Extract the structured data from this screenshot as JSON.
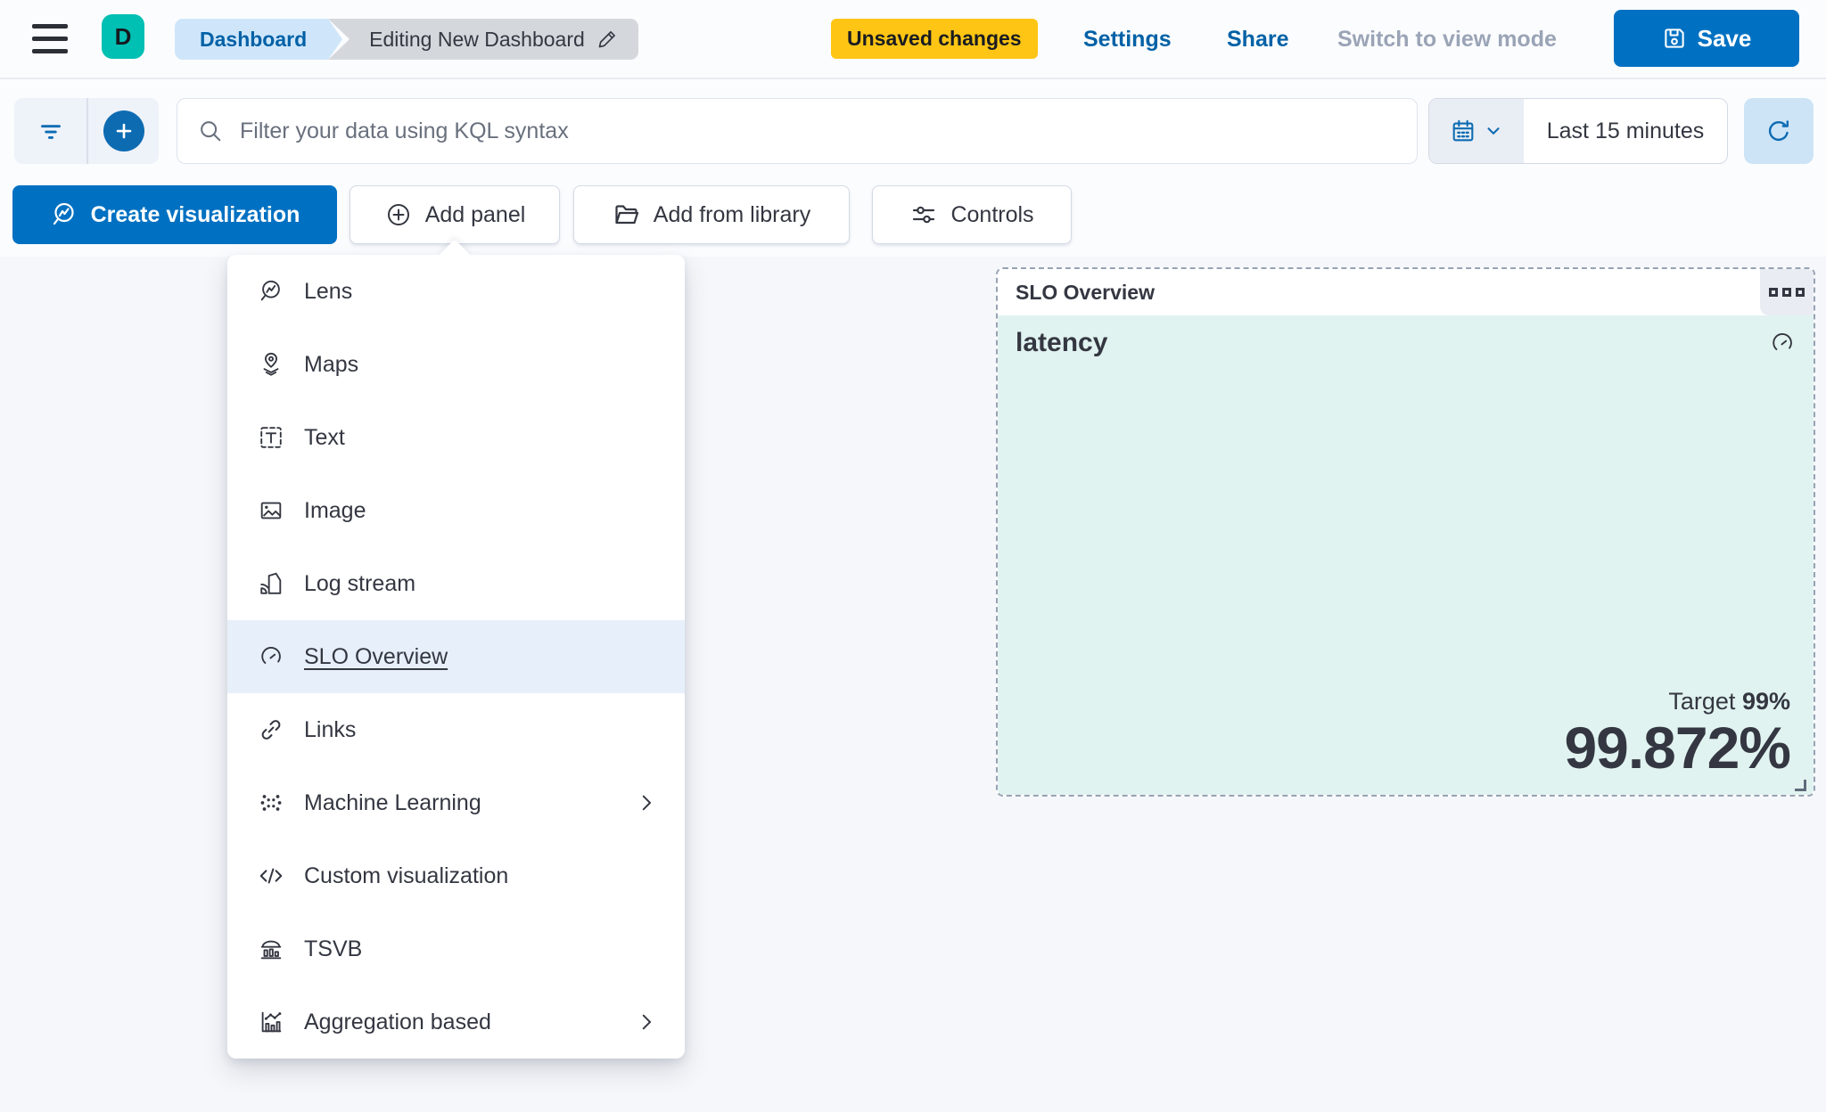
{
  "colors": {
    "primary_blue": "#0071c2",
    "link_blue": "#0061a6",
    "warning_yellow": "#fec514",
    "avatar_teal": "#00bfb3",
    "panel_body_teal": "#e1f3f0",
    "menu_highlight": "#e7f0fa",
    "dashed_border": "#98a2b3"
  },
  "top_bar": {
    "avatar_initial": "D",
    "breadcrumb_root": "Dashboard",
    "breadcrumb_current": "Editing New Dashboard",
    "unsaved_badge": "Unsaved changes",
    "settings_label": "Settings",
    "share_label": "Share",
    "view_mode_label": "Switch to view mode",
    "save_label": "Save"
  },
  "filter_bar": {
    "search_placeholder": "Filter your data using KQL syntax",
    "time_range": "Last 15 minutes"
  },
  "toolbar": {
    "create_visualization_label": "Create visualization",
    "add_panel_label": "Add panel",
    "add_from_library_label": "Add from library",
    "controls_label": "Controls"
  },
  "add_panel_menu": {
    "items": [
      {
        "label": "Lens",
        "icon": "lens-icon",
        "selected": false,
        "has_submenu": false
      },
      {
        "label": "Maps",
        "icon": "maps-icon",
        "selected": false,
        "has_submenu": false
      },
      {
        "label": "Text",
        "icon": "text-icon",
        "selected": false,
        "has_submenu": false
      },
      {
        "label": "Image",
        "icon": "image-icon",
        "selected": false,
        "has_submenu": false
      },
      {
        "label": "Log stream",
        "icon": "log-stream-icon",
        "selected": false,
        "has_submenu": false
      },
      {
        "label": "SLO Overview",
        "icon": "gauge-icon",
        "selected": true,
        "has_submenu": false
      },
      {
        "label": "Links",
        "icon": "link-icon",
        "selected": false,
        "has_submenu": false
      },
      {
        "label": "Machine Learning",
        "icon": "machine-learning-icon",
        "selected": false,
        "has_submenu": true
      },
      {
        "label": "Custom visualization",
        "icon": "code-icon",
        "selected": false,
        "has_submenu": false
      },
      {
        "label": "TSVB",
        "icon": "tsvb-icon",
        "selected": false,
        "has_submenu": false
      },
      {
        "label": "Aggregation based",
        "icon": "aggregation-icon",
        "selected": false,
        "has_submenu": true
      }
    ]
  },
  "slo_panel": {
    "header_title": "SLO Overview",
    "metric_title": "latency",
    "target_label": "Target",
    "target_value": "99%",
    "value": "99.872%"
  }
}
